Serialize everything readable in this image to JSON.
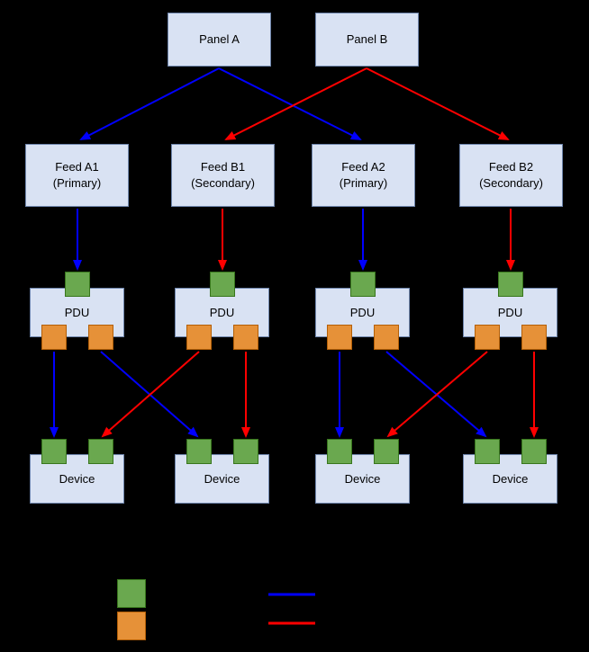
{
  "diagram": {
    "panels": [
      {
        "label": "Panel A"
      },
      {
        "label": "Panel B"
      }
    ],
    "feeds": [
      {
        "line1": "Feed A1",
        "line2": "(Primary)"
      },
      {
        "line1": "Feed B1",
        "line2": "(Secondary)"
      },
      {
        "line1": "Feed A2",
        "line2": "(Primary)"
      },
      {
        "line1": "Feed B2",
        "line2": "(Secondary)"
      }
    ],
    "pdus": [
      {
        "label": "PDU"
      },
      {
        "label": "PDU"
      },
      {
        "label": "PDU"
      },
      {
        "label": "PDU"
      }
    ],
    "devices": [
      {
        "label": "Device"
      },
      {
        "label": "Device"
      },
      {
        "label": "Device"
      },
      {
        "label": "Device"
      }
    ],
    "colors": {
      "background": "#000000",
      "box_fill": "#d9e2f3",
      "primary_path": "#0000ff",
      "secondary_path": "#ff0000",
      "input_port": "#6aa84f",
      "output_port": "#e69138"
    },
    "legend": {
      "swatches": [
        {
          "name": "input-port-swatch"
        },
        {
          "name": "output-port-swatch"
        }
      ],
      "lines": [
        {
          "name": "primary-path-line"
        },
        {
          "name": "secondary-path-line"
        }
      ]
    }
  }
}
